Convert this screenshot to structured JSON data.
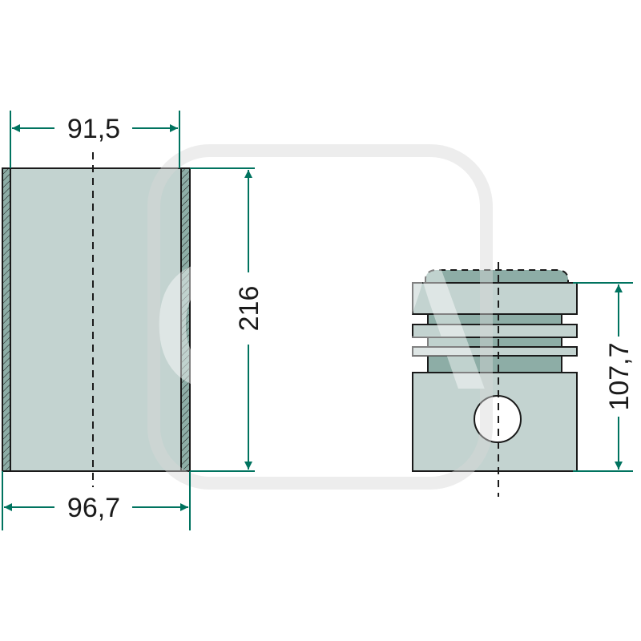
{
  "watermark": {
    "text": "G-A"
  },
  "liner": {
    "inner_diameter": "91,5",
    "outer_diameter": "96,7",
    "length": "216"
  },
  "piston": {
    "height": "107,7"
  },
  "colors": {
    "dimension": "#00735f",
    "part_fill": "#c3d3d0",
    "part_dark": "#8dada6",
    "outline": "#1a1a1a"
  }
}
